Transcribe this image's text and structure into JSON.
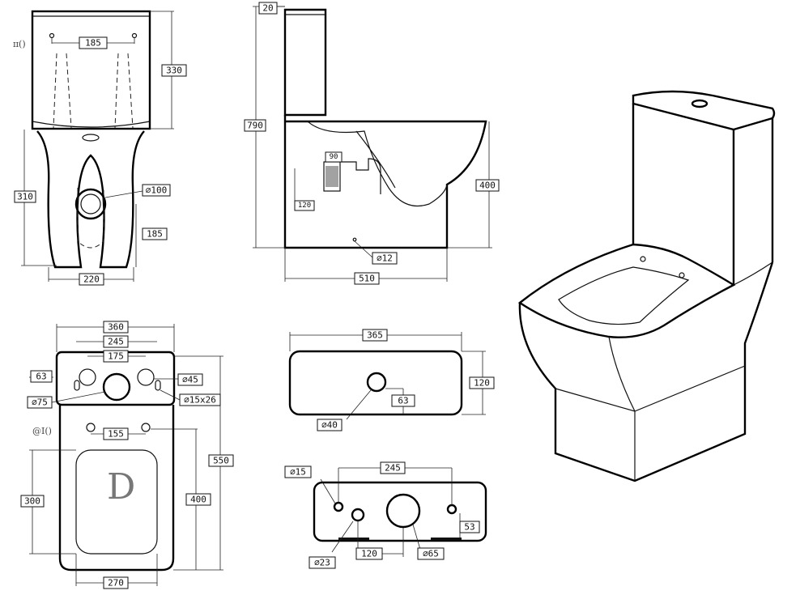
{
  "front_view": {
    "dim_185_top": "185",
    "dim_330": "330",
    "dim_310": "310",
    "dim_d100": "⌀100",
    "dim_185_side": "185",
    "dim_220": "220",
    "note": "ɪɪ()"
  },
  "side_view": {
    "dim_20": "20",
    "dim_790": "790",
    "dim_90": "90",
    "dim_120": "120",
    "dim_400": "400",
    "dim_d12": "⌀12",
    "dim_510": "510"
  },
  "top_view": {
    "dim_360": "360",
    "dim_245": "245",
    "dim_175": "175",
    "dim_63": "63",
    "dim_d45": "⌀45",
    "dim_d75": "⌀75",
    "dim_15x26": "⌀15x26",
    "dim_155": "155",
    "dim_550": "550",
    "dim_300": "300",
    "dim_400": "400",
    "dim_270": "270",
    "note": "@I()",
    "seat_letter": "D"
  },
  "lid_top_view": {
    "dim_365": "365",
    "dim_120": "120",
    "dim_63": "63",
    "dim_d40": "⌀40"
  },
  "tank_bottom_view": {
    "dim_d15": "⌀15",
    "dim_245": "245",
    "dim_53": "53",
    "dim_d23": "⌀23",
    "dim_120": "120",
    "dim_d65": "⌀65"
  },
  "perspective_view": {}
}
